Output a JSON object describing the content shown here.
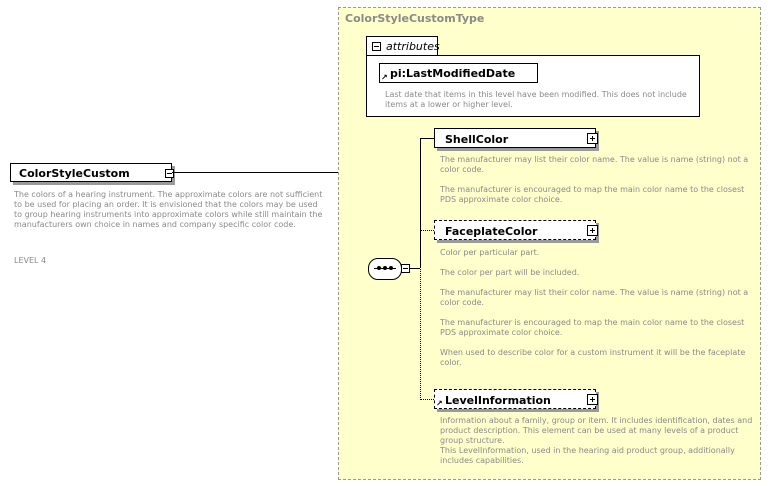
{
  "root": {
    "name": "ColorStyleCustom",
    "description": "The colors of a hearing instrument.  The approximate colors are not sufficient to be used for placing an order.  It is envisioned that the colors may be used to group hearing instruments into approximate colors while still maintain the manufacturers own choice in names and company specific color code.",
    "level": "LEVEL 4"
  },
  "type": {
    "name": "ColorStyleCustomType",
    "attributes_label": "attributes",
    "attribute": {
      "name": "pi:LastModifiedDate",
      "description": "Last date that items in this level have been modified. This does not include items at a lower or higher level."
    }
  },
  "elements": [
    {
      "name": "ShellColor",
      "optional": false,
      "description": "The manufacturer may list their color name.  The value is name (string) not a color code.\n\nThe manufacturer is encouraged to map the main color name to the closest PDS approximate color choice."
    },
    {
      "name": "FaceplateColor",
      "optional": true,
      "description": "Color per particular part.\n\nThe color per part will be included.\n\nThe manufacturer may list their color name.  The value is name (string) not a color code.\n\nThe manufacturer is encouraged to map the main color name to the closest PDS approximate color choice.\n\nWhen used to describe color for a custom instrument it will be the faceplate color."
    },
    {
      "name": "LevelInformation",
      "optional": true,
      "description": "Information about a family, group or item. It includes identification, dates and product description. This element can be used at many levels of a product group structure.\nThis LevelInformation, used in the hearing aid product group, additionally includes capabilities."
    }
  ],
  "colors": {
    "type_background": "#ffffcc",
    "description_text": "#8a8a8a",
    "shadow": "#9a9a9a"
  }
}
